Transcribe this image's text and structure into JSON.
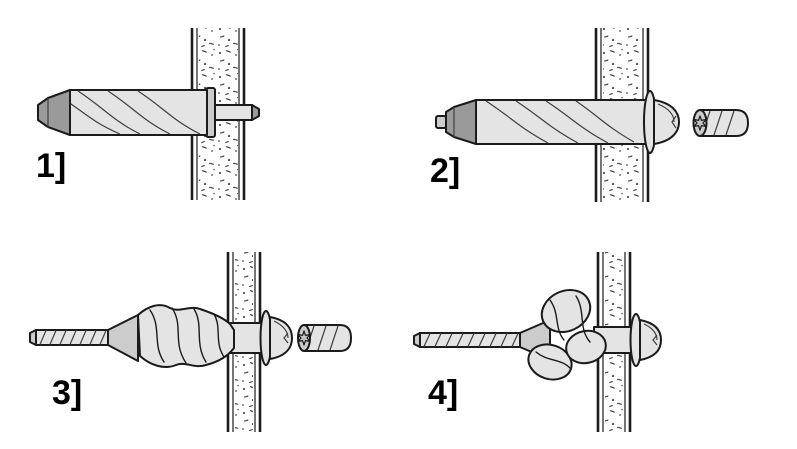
{
  "diagram": {
    "steps": [
      {
        "label": "1]"
      },
      {
        "label": "2]"
      },
      {
        "label": "3]"
      },
      {
        "label": "4]"
      }
    ]
  },
  "colors": {
    "background": "#ffffff",
    "outline": "#1b1b1b",
    "metal_light": "#e4e4e4",
    "metal_mid": "#cccccc",
    "metal_dark": "#9a9a9a",
    "shade_line": "#3f3f3f",
    "stipple": "#4f4f4f",
    "label_color": "#000000"
  }
}
